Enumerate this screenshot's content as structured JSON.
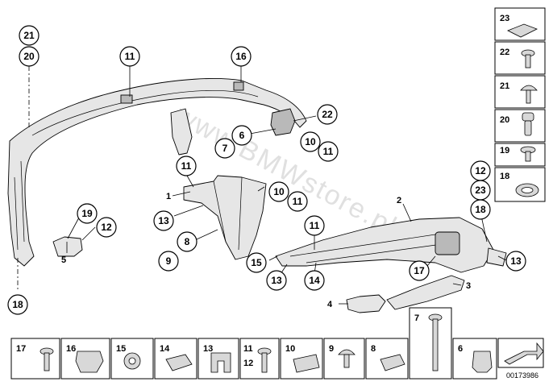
{
  "watermark": "www.BMWstore.pl",
  "diagram_id": "00173986",
  "callouts": {
    "c21_left": "21",
    "c20_left": "20",
    "c11_top": "11",
    "c16_top": "16",
    "c22_top": "22",
    "c6_top": "6",
    "c7_top": "7",
    "c10_top": "10",
    "c11_topright": "11",
    "c11_mid": "11",
    "c1_plain": "1",
    "c10_mid": "10",
    "c11_mid2": "11",
    "c13_mid": "13",
    "c8_mid": "8",
    "c9_mid": "9",
    "c15_mid": "15",
    "c19_left": "19",
    "c12_left": "12",
    "c5_plain": "5",
    "c18_left": "18",
    "c2_plain": "2",
    "c11_carrier": "11",
    "c13_carrier": "13",
    "c14_carrier": "14",
    "c17_carrier": "17",
    "c12_right": "12",
    "c23_right": "23",
    "c18_right": "18",
    "c13_right": "13",
    "c3_plain": "3",
    "c4_plain": "4"
  },
  "sidebar_labels": [
    "23",
    "22",
    "21",
    "20",
    "19",
    "18"
  ],
  "bottom_labels": {
    "b17": "17",
    "b16": "16",
    "b15": "15",
    "b14": "14",
    "b13": "13",
    "b11": "11",
    "b12": "12",
    "b10": "10",
    "b9": "9",
    "b8": "8",
    "b7": "7",
    "b6": "6"
  }
}
